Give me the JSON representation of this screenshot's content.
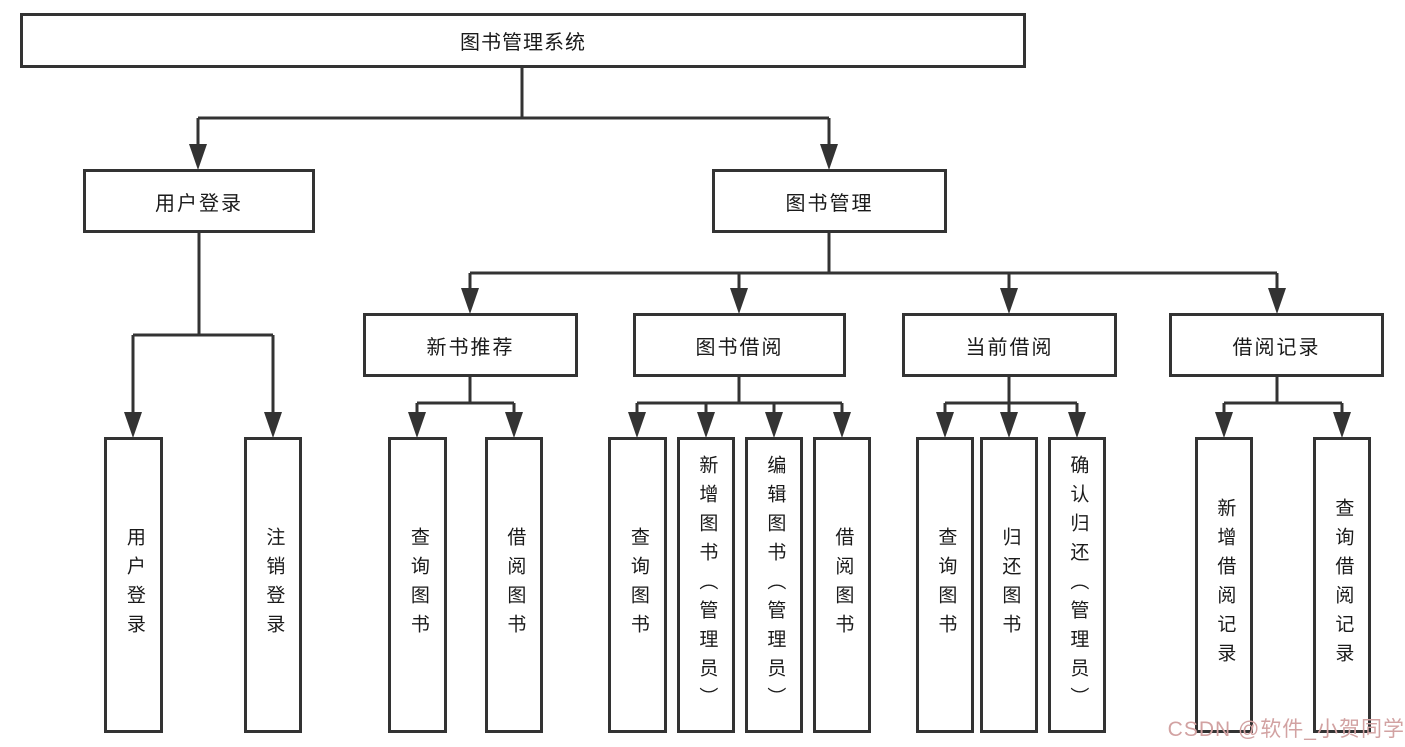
{
  "diagram": {
    "root_label": "图书管理系统",
    "level2": [
      "用户登录",
      "图书管理"
    ],
    "level3": [
      "新书推荐",
      "图书借阅",
      "当前借阅",
      "借阅记录"
    ],
    "leaves": {
      "user_login": [
        "用户登录",
        "注销登录"
      ],
      "new_book_recommend": [
        "查询图书",
        "借阅图书"
      ],
      "book_borrowing": [
        "查询图书",
        "新增图书（管理员）",
        "编辑图书（管理员）",
        "借阅图书"
      ],
      "current_borrowing": [
        "查询图书",
        "归还图书",
        "确认归还（管理员）"
      ],
      "borrowing_records": [
        "新增借阅记录",
        "查询借阅记录"
      ]
    }
  },
  "watermark": {
    "text": "CSDN @软件_小贺同学"
  },
  "colors": {
    "line": "#333333",
    "box_border": "#333333",
    "text": "#1a1a1a",
    "background": "#ffffff",
    "watermark": "#d2a2a2"
  }
}
